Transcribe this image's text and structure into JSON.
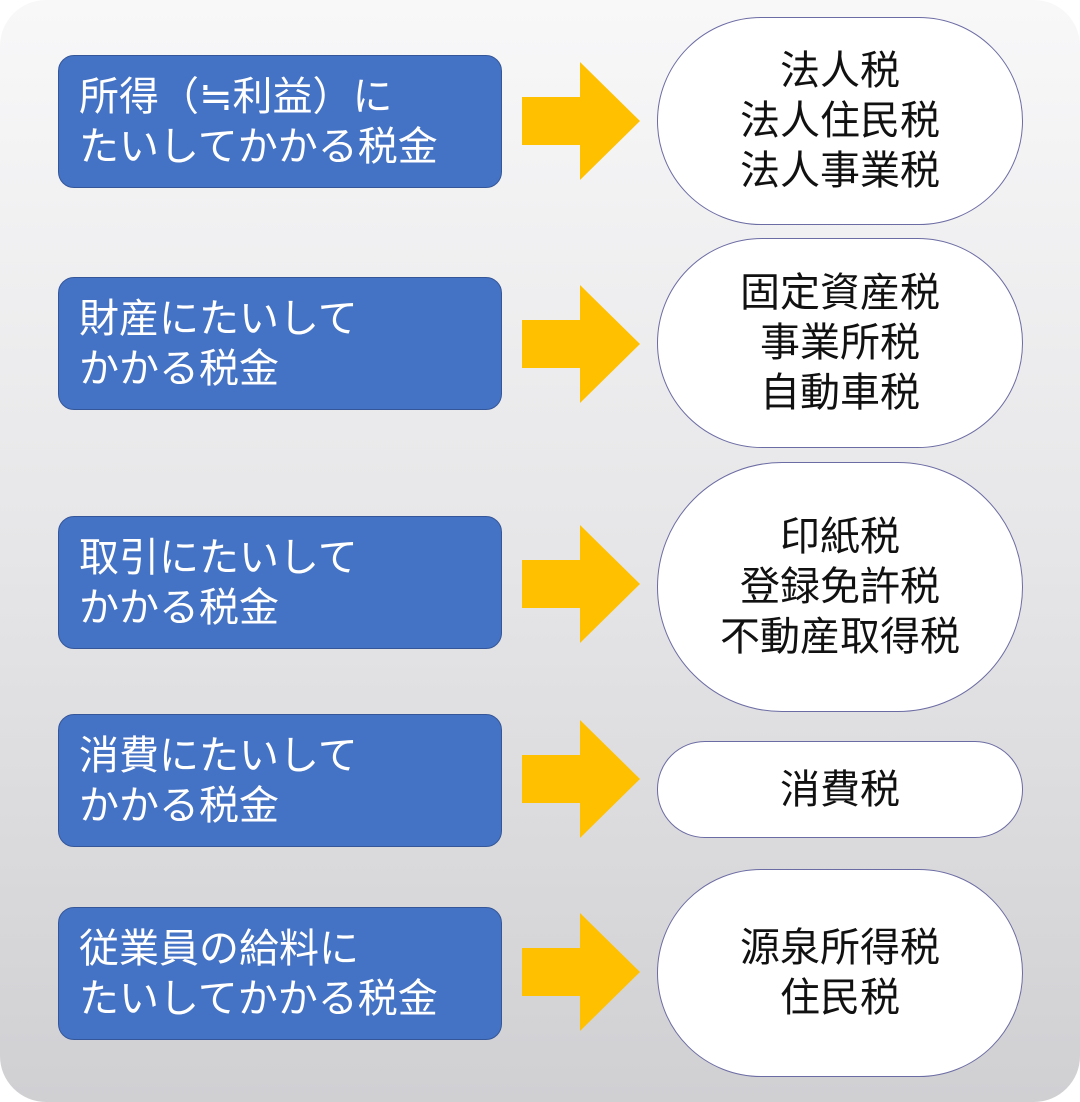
{
  "rows": [
    {
      "category_lines": [
        "所得（≒利益）に",
        "たいしてかかる税金"
      ],
      "taxes": [
        "法人税",
        "法人住民税",
        "法人事業税"
      ]
    },
    {
      "category_lines": [
        "財産にたいして",
        "かかる税金"
      ],
      "taxes": [
        "固定資産税",
        "事業所税",
        "自動車税"
      ]
    },
    {
      "category_lines": [
        "取引にたいして",
        "かかる税金"
      ],
      "taxes": [
        "印紙税",
        "登録免許税",
        "不動産取得税"
      ]
    },
    {
      "category_lines": [
        "消費にたいして",
        "かかる税金"
      ],
      "taxes": [
        "消費税"
      ]
    },
    {
      "category_lines": [
        "従業員の給料に",
        "たいしてかかる税金"
      ],
      "taxes": [
        "源泉所得税",
        "住民税"
      ]
    }
  ],
  "colors": {
    "category_box": "#4472c4",
    "arrow": "#ffc000",
    "tax_box_border": "#6c6ca4"
  }
}
